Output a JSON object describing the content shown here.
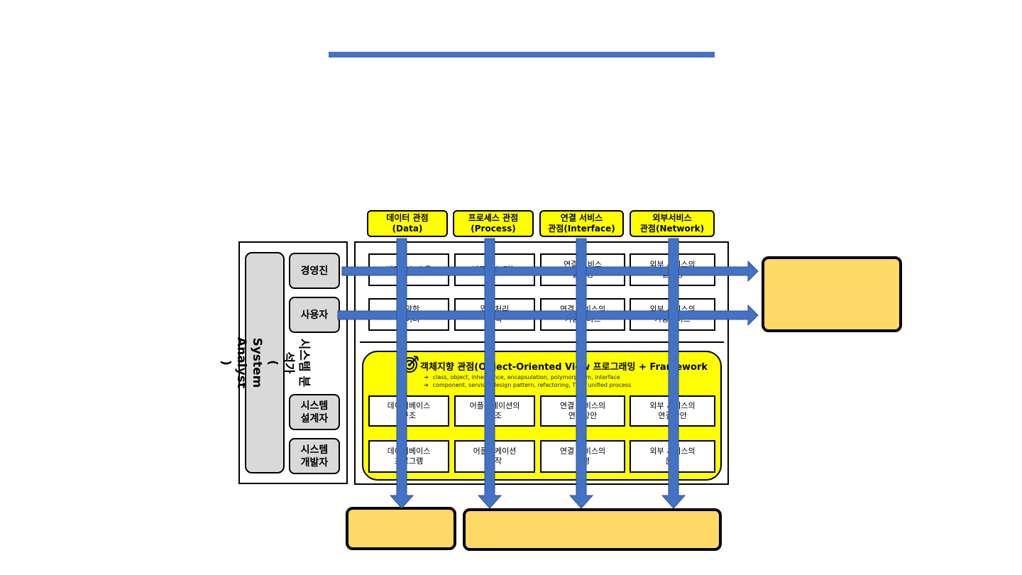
{
  "title_bar": {
    "color": "#4472c4"
  },
  "system_analyst": {
    "label": "시스템 분석가\n( System Analyst )"
  },
  "roles": [
    {
      "id": "executive",
      "label": "경영진"
    },
    {
      "id": "user",
      "label": "사용자"
    },
    {
      "id": "designer",
      "label": "시스템\n설계자"
    },
    {
      "id": "developer",
      "label": "시스템\n개발자"
    }
  ],
  "views": [
    {
      "id": "data",
      "label": "데이터 관점\n(Data)"
    },
    {
      "id": "process",
      "label": "프로세스 관점\n(Process)"
    },
    {
      "id": "interface",
      "label": "연결 서비스\n관점(Interface)"
    },
    {
      "id": "network",
      "label": "외부서비스\n관점(Network)"
    }
  ],
  "upper_cells": [
    [
      "비즈니스 소유",
      "비즈니스 기능",
      "연결 서비스\n필요성",
      "외부 서비스의\n필요성"
    ],
    [
      "요약한\n데이터",
      "업무처리\n방식",
      "연결 서비스의\n가용서비스",
      "외부 서비스의\n가용서비스"
    ]
  ],
  "object_oriented": {
    "title": "객체지향 관점(Object-Oriented View 프로그래밍 + Framework",
    "bullets": [
      "class, object, inheritance, encapsulation, polymorphism, interface",
      "component, service, design pattern, refactoring, TDD, unified process"
    ],
    "target_icon": "target-icon"
  },
  "lower_cells": [
    [
      "데이터베이스\n구조",
      "어플리케이션의\n구조",
      "연결 서비스의\n연결방안",
      "외부 서비스의\n연결방안"
    ],
    [
      "데이터베이스\n프로그램",
      "어플리케이션\n제작",
      "연결 서비스의\n운영",
      "외부 서비스의\n운영"
    ]
  ],
  "output_boxes": {
    "color": "#ffd966"
  },
  "arrow_color": "#4472c4"
}
